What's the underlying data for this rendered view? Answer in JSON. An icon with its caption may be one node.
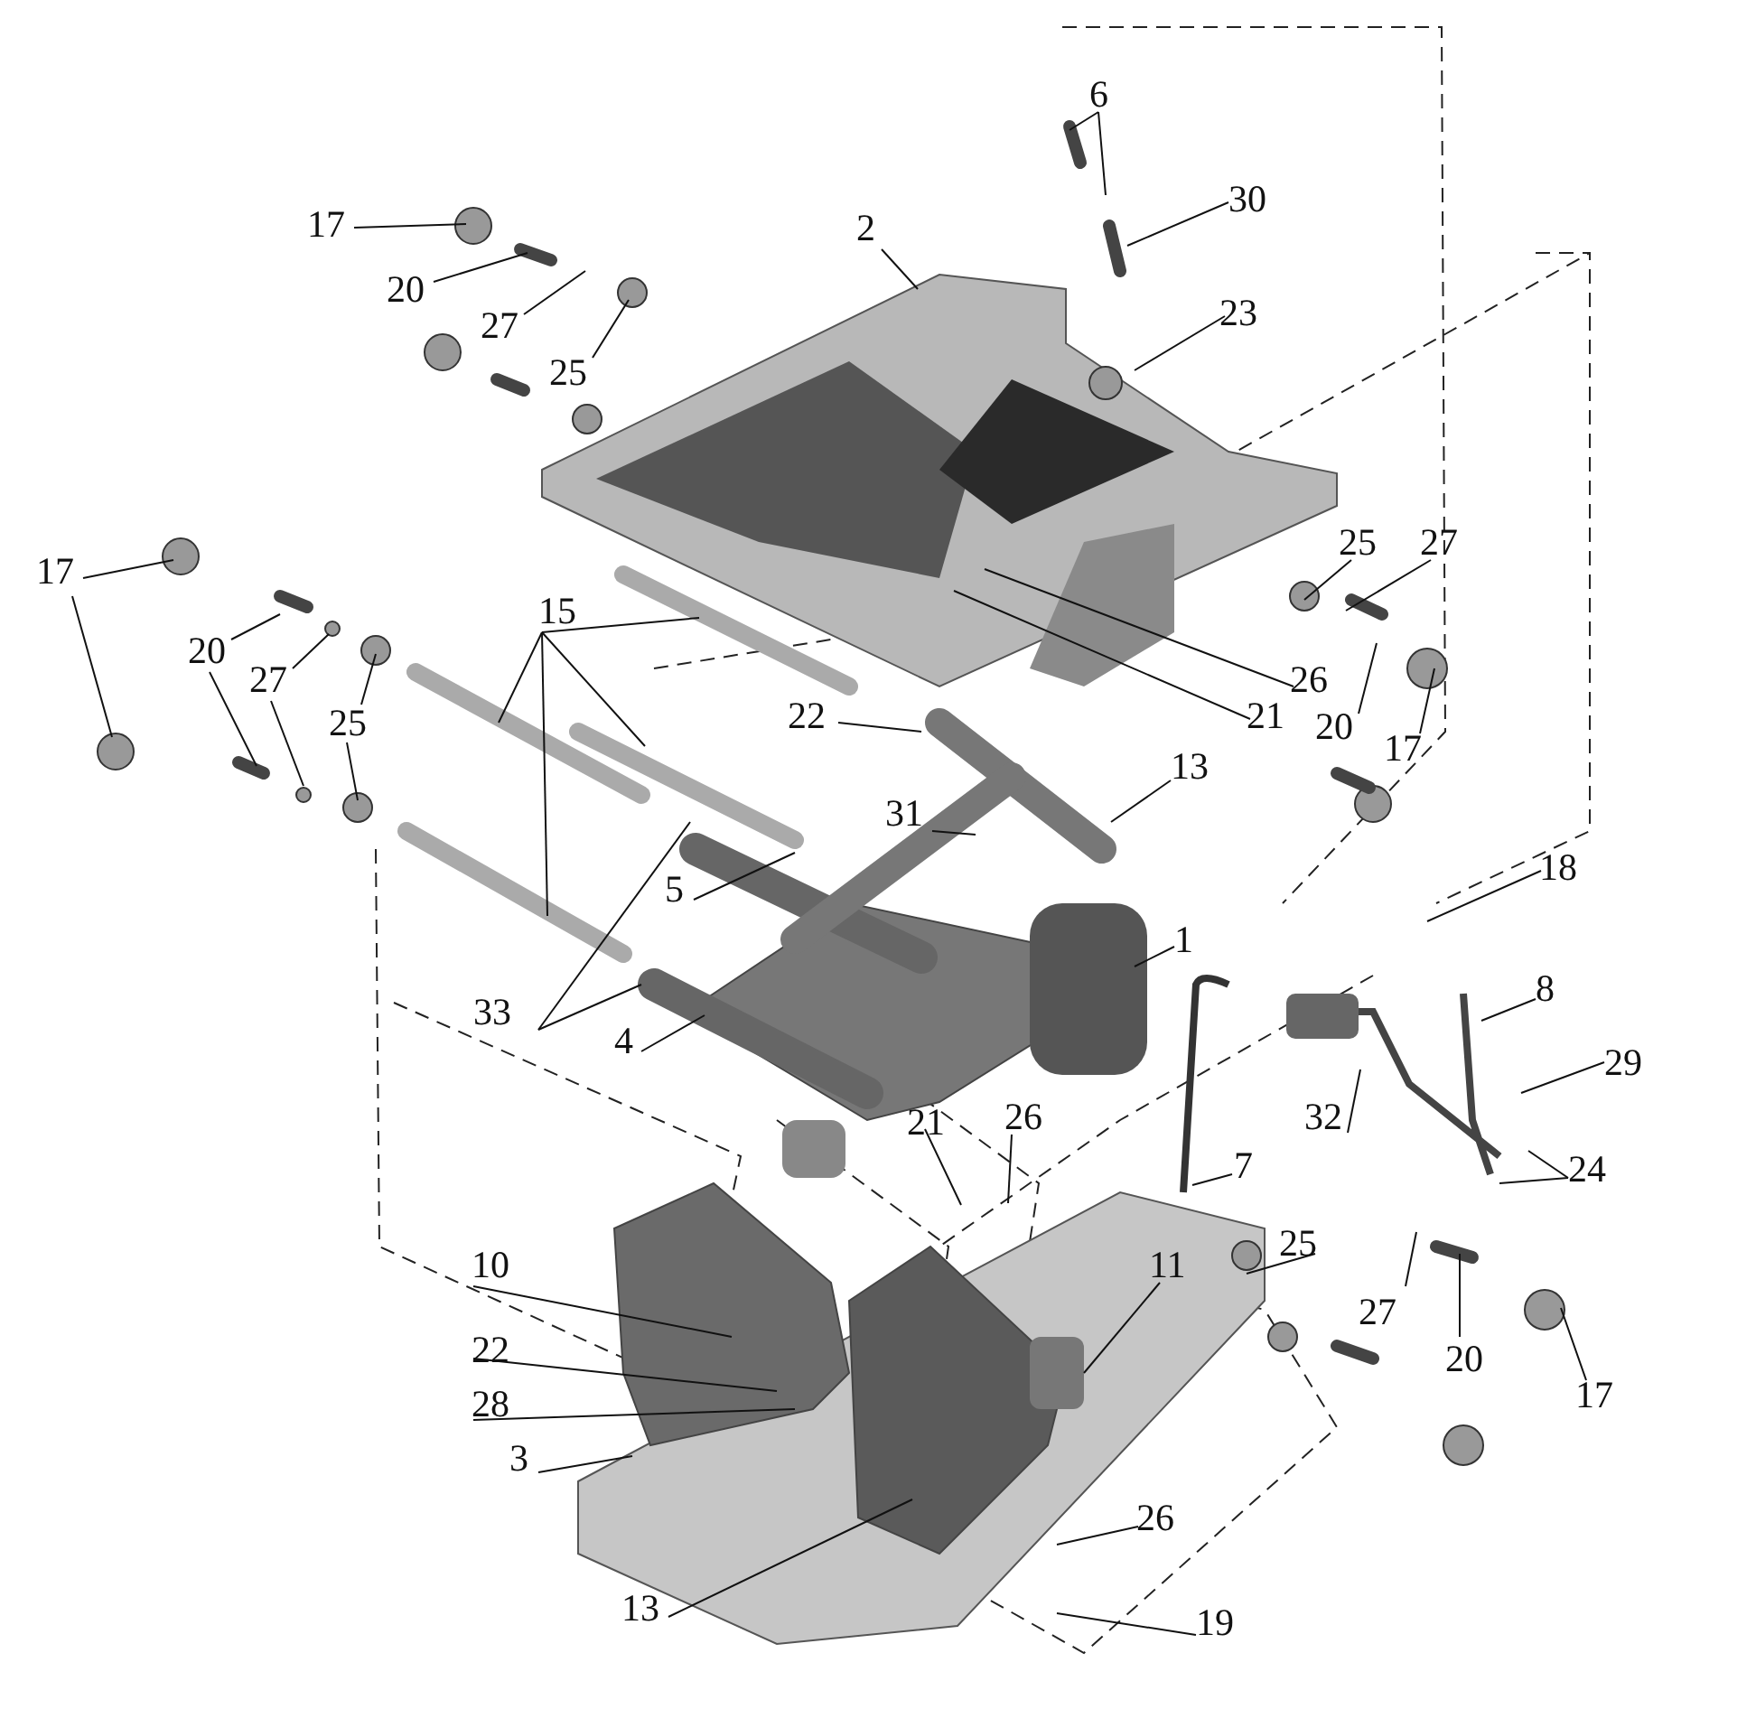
{
  "diagram": {
    "nodes": [
      {
        "text": [
          "6"
        ]
      },
      {
        "text": [
          "2"
        ]
      },
      {
        "text": [
          "17"
        ]
      },
      {
        "text": [
          "30"
        ]
      },
      {
        "text": [
          "20"
        ]
      },
      {
        "text": [
          "27"
        ]
      },
      {
        "text": [
          "25"
        ]
      },
      {
        "text": [
          "23"
        ]
      },
      {
        "text": [
          "17"
        ]
      },
      {
        "text": [
          "25"
        ]
      },
      {
        "text": [
          "27"
        ]
      },
      {
        "text": [
          "15"
        ]
      },
      {
        "text": [
          "20"
        ]
      },
      {
        "text": [
          "27"
        ]
      },
      {
        "text": [
          "26"
        ]
      },
      {
        "text": [
          "21"
        ]
      },
      {
        "text": [
          "25"
        ]
      },
      {
        "text": [
          "20"
        ]
      },
      {
        "text": [
          "17"
        ]
      },
      {
        "text": [
          "22"
        ]
      },
      {
        "text": [
          "13"
        ]
      },
      {
        "text": [
          "31"
        ]
      },
      {
        "text": [
          "5"
        ]
      },
      {
        "text": [
          "18"
        ]
      },
      {
        "text": [
          "1"
        ]
      },
      {
        "text": [
          "8"
        ]
      },
      {
        "text": [
          "33"
        ]
      },
      {
        "text": [
          "4"
        ]
      },
      {
        "text": [
          "29"
        ]
      },
      {
        "text": [
          "32"
        ]
      },
      {
        "text": [
          "26"
        ]
      },
      {
        "text": [
          "21"
        ]
      },
      {
        "text": [
          "24"
        ]
      },
      {
        "text": [
          "7"
        ]
      },
      {
        "text": [
          "11"
        ]
      },
      {
        "text": [
          "25"
        ]
      },
      {
        "text": [
          "10"
        ]
      },
      {
        "text": [
          "27"
        ]
      },
      {
        "text": [
          "20"
        ]
      },
      {
        "text": [
          "22"
        ]
      },
      {
        "text": [
          "28"
        ]
      },
      {
        "text": [
          "17"
        ]
      },
      {
        "text": [
          "3"
        ]
      },
      {
        "text": [
          "26"
        ]
      },
      {
        "text": [
          "13"
        ]
      },
      {
        "text": [
          "19"
        ]
      }
    ],
    "edges": [
      {
        "from": 0,
        "to": null,
        "arrow": "none"
      },
      {
        "from": 0,
        "to": null,
        "arrow": "none"
      },
      {
        "from": 1,
        "to": null,
        "arrow": "none"
      },
      {
        "from": 2,
        "to": null,
        "arrow": "none"
      },
      {
        "from": 3,
        "to": null,
        "arrow": "none"
      },
      {
        "from": 4,
        "to": null,
        "arrow": "none"
      },
      {
        "from": 5,
        "to": null,
        "arrow": "none"
      },
      {
        "from": 6,
        "to": null,
        "arrow": "none"
      },
      {
        "from": 7,
        "to": null,
        "arrow": "none"
      },
      {
        "from": 8,
        "to": null,
        "arrow": "none"
      },
      {
        "from": 8,
        "to": null,
        "arrow": "none"
      },
      {
        "from": 9,
        "to": null,
        "arrow": "none"
      },
      {
        "from": 10,
        "to": null,
        "arrow": "none"
      },
      {
        "from": 11,
        "to": null,
        "arrow": "none"
      },
      {
        "from": 11,
        "to": null,
        "arrow": "none"
      },
      {
        "from": 11,
        "to": null,
        "arrow": "none"
      },
      {
        "from": 11,
        "to": null,
        "arrow": "none"
      },
      {
        "from": 12,
        "to": null,
        "arrow": "none"
      },
      {
        "from": 12,
        "to": null,
        "arrow": "none"
      },
      {
        "from": 13,
        "to": null,
        "arrow": "none"
      },
      {
        "from": 13,
        "to": null,
        "arrow": "none"
      },
      {
        "from": 14,
        "to": null,
        "arrow": "none"
      },
      {
        "from": 15,
        "to": null,
        "arrow": "none"
      },
      {
        "from": 16,
        "to": null,
        "arrow": "none"
      },
      {
        "from": 16,
        "to": null,
        "arrow": "none"
      },
      {
        "from": 17,
        "to": null,
        "arrow": "none"
      },
      {
        "from": 18,
        "to": null,
        "arrow": "none"
      },
      {
        "from": 19,
        "to": null,
        "arrow": "none"
      },
      {
        "from": 20,
        "to": null,
        "arrow": "none"
      },
      {
        "from": 21,
        "to": null,
        "arrow": "none"
      },
      {
        "from": 22,
        "to": null,
        "arrow": "none"
      },
      {
        "from": 23,
        "to": null,
        "arrow": "none"
      },
      {
        "from": 24,
        "to": null,
        "arrow": "none"
      },
      {
        "from": 25,
        "to": null,
        "arrow": "none"
      },
      {
        "from": 26,
        "to": null,
        "arrow": "none"
      },
      {
        "from": 26,
        "to": null,
        "arrow": "none"
      },
      {
        "from": 27,
        "to": null,
        "arrow": "none"
      },
      {
        "from": 28,
        "to": null,
        "arrow": "none"
      },
      {
        "from": 29,
        "to": null,
        "arrow": "none"
      },
      {
        "from": 30,
        "to": null,
        "arrow": "none"
      },
      {
        "from": 31,
        "to": null,
        "arrow": "none"
      },
      {
        "from": 32,
        "to": null,
        "arrow": "none"
      },
      {
        "from": 32,
        "to": null,
        "arrow": "none"
      },
      {
        "from": 33,
        "to": null,
        "arrow": "none"
      },
      {
        "from": 34,
        "to": null,
        "arrow": "none"
      },
      {
        "from": 35,
        "to": null,
        "arrow": "none"
      },
      {
        "from": 36,
        "to": null,
        "arrow": "none"
      },
      {
        "from": 37,
        "to": null,
        "arrow": "none"
      },
      {
        "from": 38,
        "to": null,
        "arrow": "none"
      },
      {
        "from": 39,
        "to": null,
        "arrow": "none"
      },
      {
        "from": 40,
        "to": null,
        "arrow": "none"
      },
      {
        "from": 41,
        "to": null,
        "arrow": "none"
      },
      {
        "from": 42,
        "to": null,
        "arrow": "none"
      },
      {
        "from": 43,
        "to": null,
        "arrow": "none"
      },
      {
        "from": 44,
        "to": null,
        "arrow": "none"
      },
      {
        "from": 45,
        "to": null,
        "arrow": "none"
      }
    ]
  }
}
